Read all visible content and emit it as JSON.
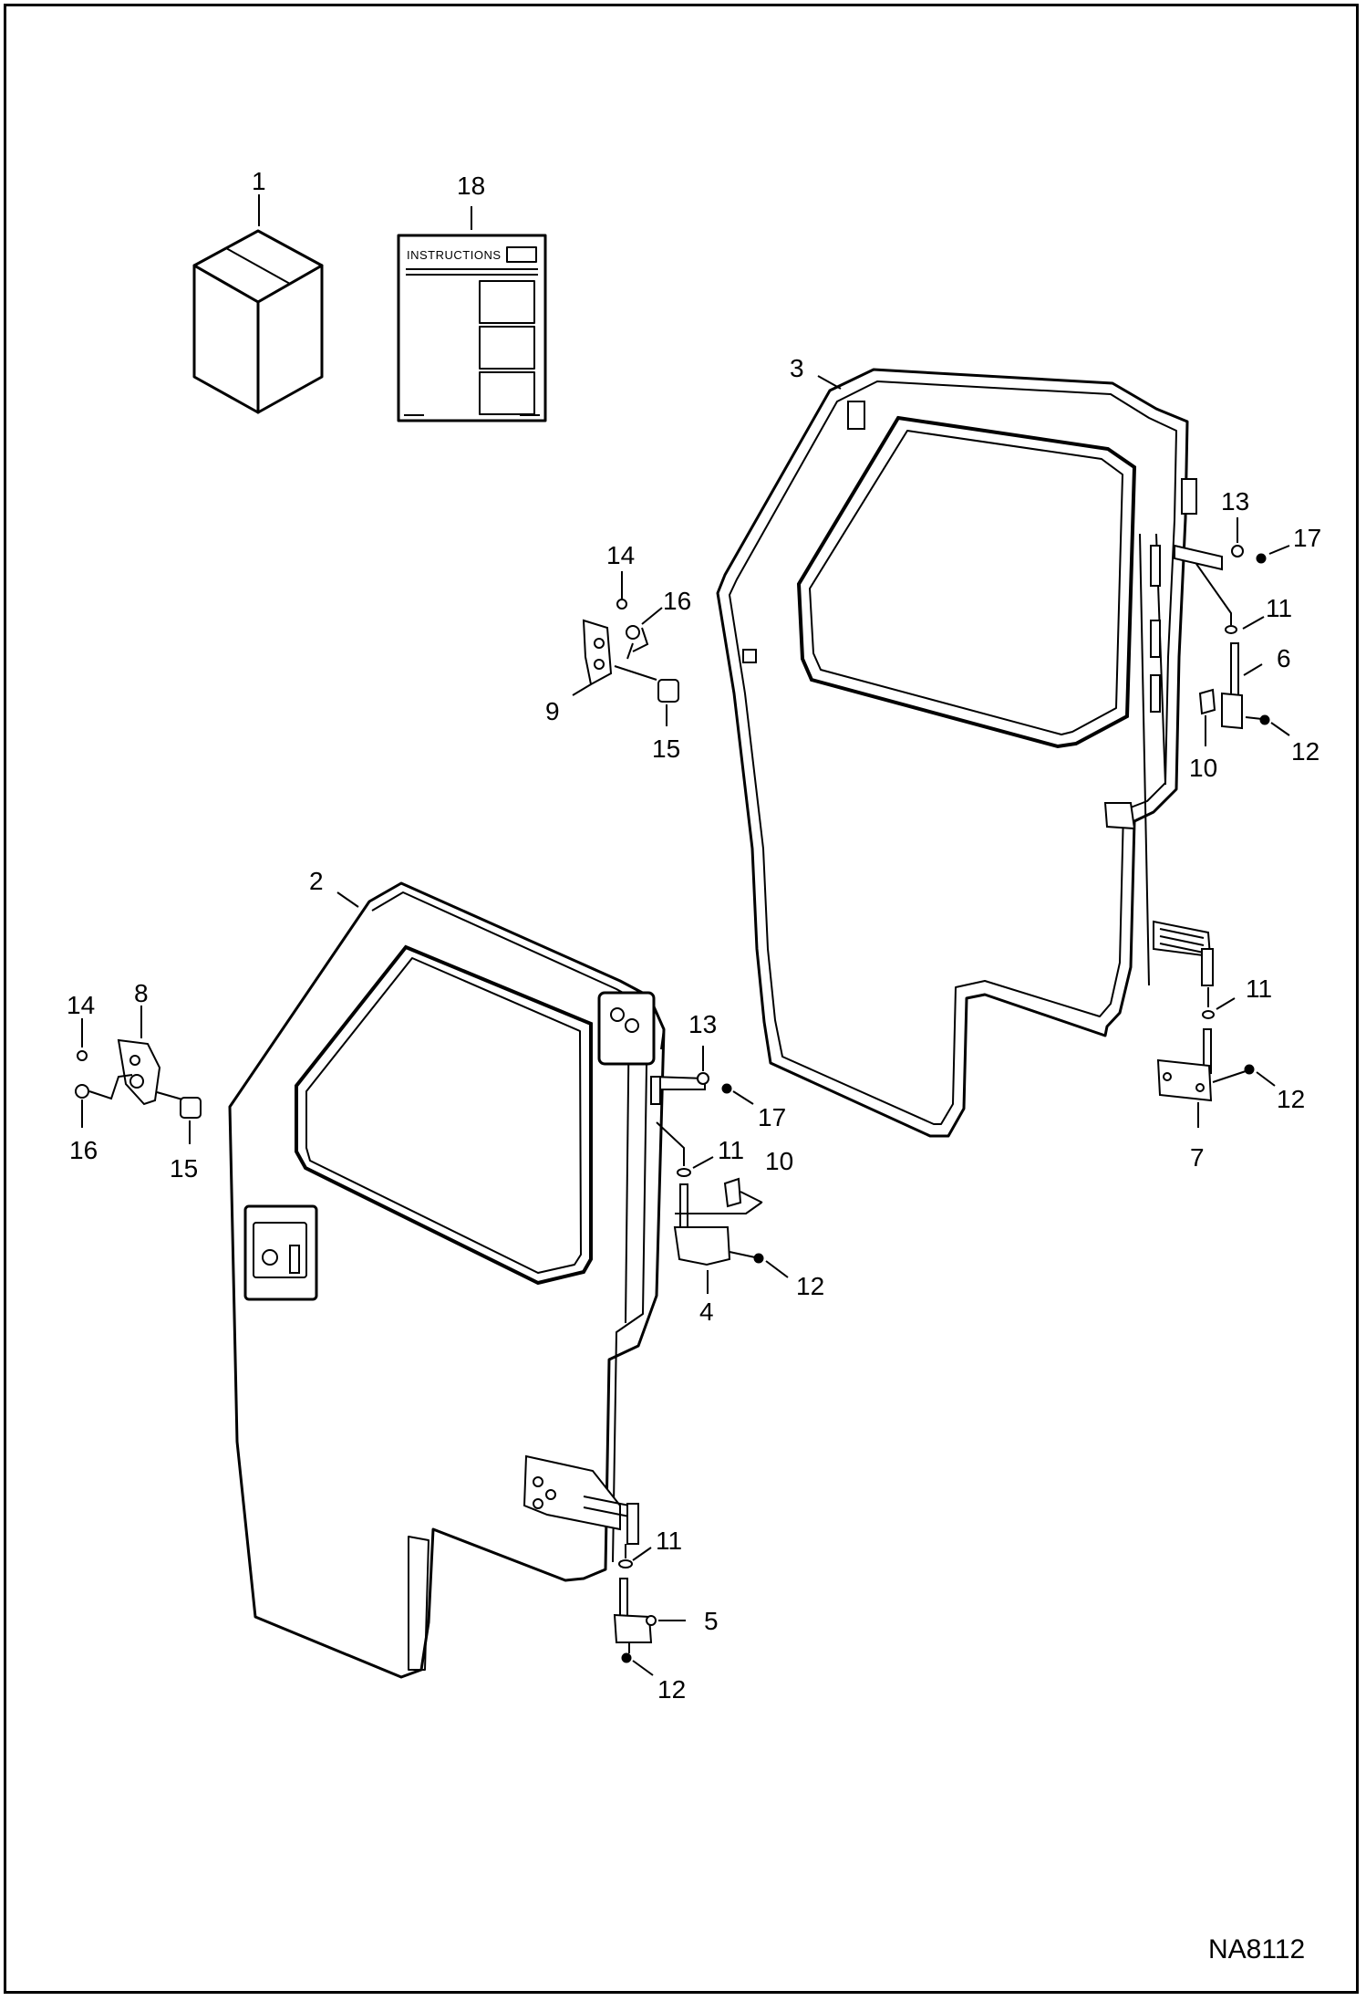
{
  "drawing_id": "NA8112",
  "instructions_label": "INSTRUCTIONS",
  "callouts": [
    {
      "id": "c1",
      "text": "1"
    },
    {
      "id": "c18",
      "text": "18"
    },
    {
      "id": "c3",
      "text": "3"
    },
    {
      "id": "c13a",
      "text": "13"
    },
    {
      "id": "c17a",
      "text": "17"
    },
    {
      "id": "c11a",
      "text": "11"
    },
    {
      "id": "c6",
      "text": "6"
    },
    {
      "id": "c10a",
      "text": "10"
    },
    {
      "id": "c12a",
      "text": "12"
    },
    {
      "id": "c14a",
      "text": "14"
    },
    {
      "id": "c16a",
      "text": "16"
    },
    {
      "id": "c9",
      "text": "9"
    },
    {
      "id": "c15a",
      "text": "15"
    },
    {
      "id": "c11b",
      "text": "11"
    },
    {
      "id": "c12b",
      "text": "12"
    },
    {
      "id": "c7",
      "text": "7"
    },
    {
      "id": "c2",
      "text": "2"
    },
    {
      "id": "c14b",
      "text": "14"
    },
    {
      "id": "c8",
      "text": "8"
    },
    {
      "id": "c16b",
      "text": "16"
    },
    {
      "id": "c15b",
      "text": "15"
    },
    {
      "id": "c13b",
      "text": "13"
    },
    {
      "id": "c17b",
      "text": "17"
    },
    {
      "id": "c11c",
      "text": "11"
    },
    {
      "id": "c10b",
      "text": "10"
    },
    {
      "id": "c4",
      "text": "4"
    },
    {
      "id": "c12c",
      "text": "12"
    },
    {
      "id": "c11d",
      "text": "11"
    },
    {
      "id": "c5",
      "text": "5"
    },
    {
      "id": "c12d",
      "text": "12"
    }
  ]
}
